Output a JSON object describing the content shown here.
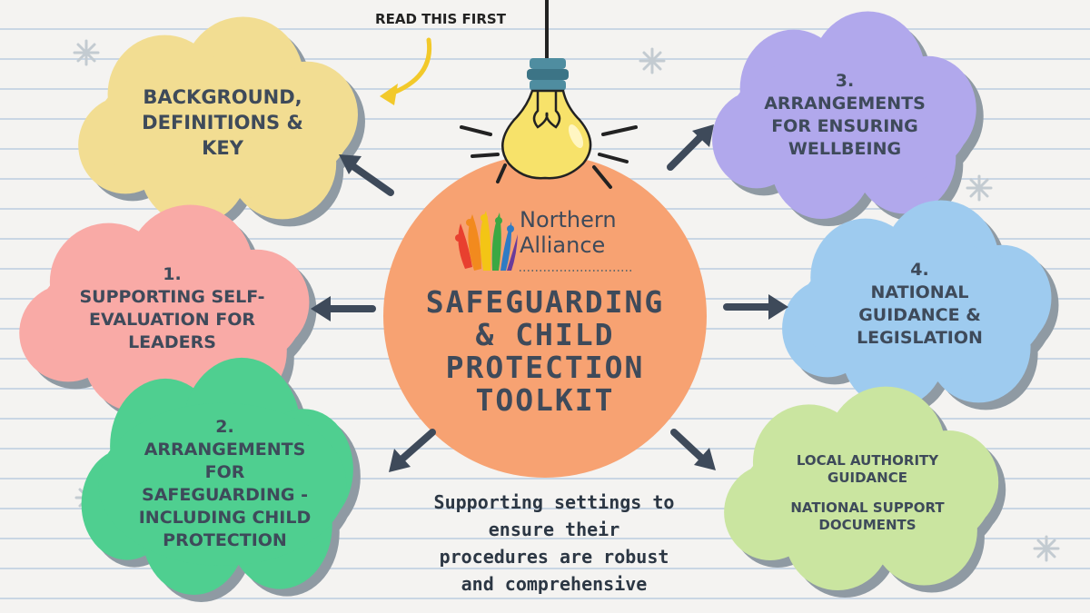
{
  "read_first": "READ THIS FIRST",
  "center": {
    "brand": [
      "Northern",
      "Alliance"
    ],
    "title": [
      "SAFEGUARDING",
      "& CHILD",
      "PROTECTION",
      "TOOLKIT"
    ]
  },
  "clouds": {
    "background": {
      "lines": [
        "BACKGROUND,",
        "DEFINITIONS &",
        "KEY"
      ],
      "color": "#f2dd92"
    },
    "section1": {
      "lines": [
        "1.",
        "SUPPORTING SELF-",
        "EVALUATION FOR",
        "LEADERS"
      ],
      "color": "#f9aaa6"
    },
    "section2": {
      "lines": [
        "2.",
        "ARRANGEMENTS",
        "FOR",
        "SAFEGUARDING -",
        "INCLUDING CHILD",
        "PROTECTION"
      ],
      "color": "#4fcf90"
    },
    "section3": {
      "lines": [
        "3.",
        "ARRANGEMENTS",
        "FOR ENSURING",
        "WELLBEING"
      ],
      "color": "#b1a8ec"
    },
    "section4": {
      "lines": [
        "4.",
        "NATIONAL",
        "GUIDANCE &",
        "LEGISLATION"
      ],
      "color": "#9ecbef"
    },
    "local": {
      "lines": [
        "LOCAL AUTHORITY",
        "GUIDANCE",
        "NATIONAL SUPPORT",
        "DOCUMENTS"
      ],
      "color": "#cae5a0"
    }
  },
  "tagline": [
    "Supporting settings to",
    "ensure their",
    "procedures are robust",
    "and comprehensive"
  ],
  "colors": {
    "circle": "#f7a272",
    "text": "#3e4a5a",
    "arrow": "#3e4a5a",
    "bulb": "#f7e26a",
    "socket": "#4f8da0",
    "shadow": "#8f9aa3"
  },
  "icons": [
    "lightbulb-icon",
    "alliance-logo-icon",
    "sparkle-icon",
    "curved-arrow-icon"
  ]
}
